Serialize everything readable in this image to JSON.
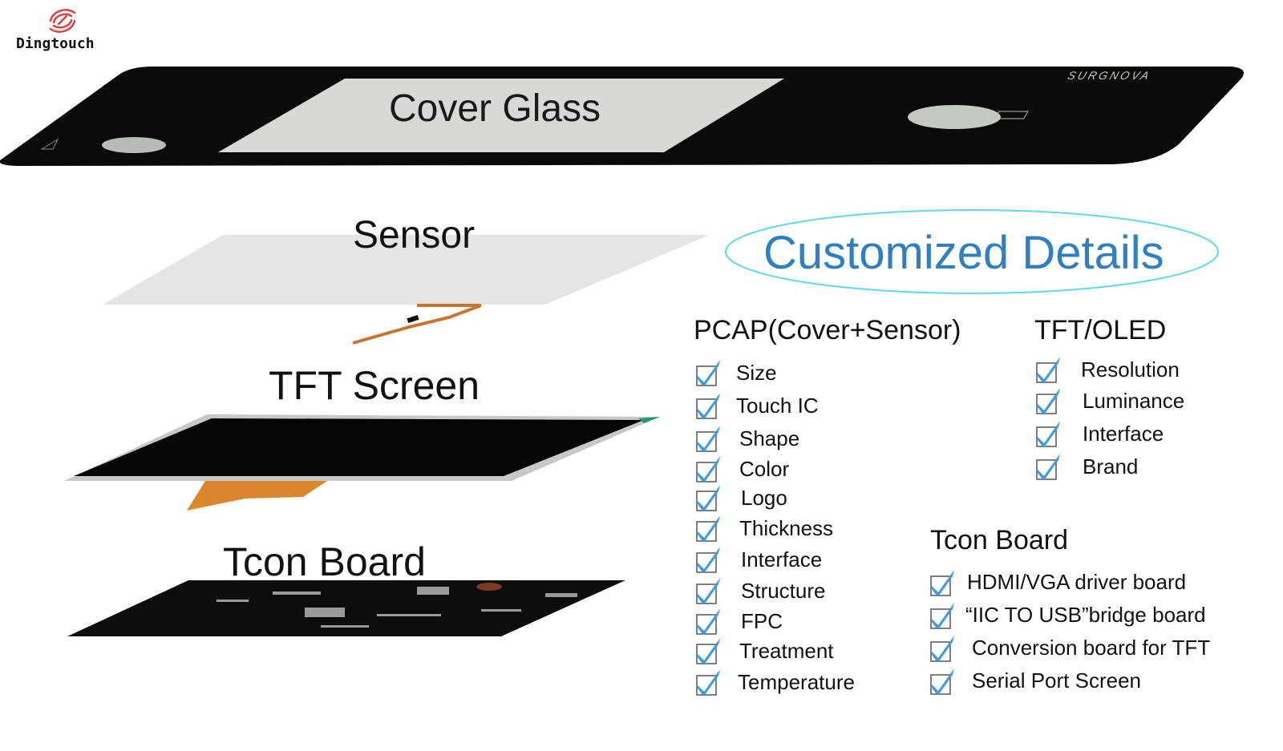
{
  "brand": {
    "logo_text": "Dingtouch",
    "logo_color": "#e03a3a"
  },
  "layers": {
    "cover_glass": {
      "label": "Cover Glass",
      "brand_mark": "SURGNOVA"
    },
    "sensor": {
      "label": "Sensor"
    },
    "tft_screen": {
      "label": "TFT Screen"
    },
    "tcon_board": {
      "label": "Tcon Board"
    }
  },
  "details": {
    "title": "Customized Details",
    "title_color": "#2f7fc1",
    "ellipse_color": "#5fd8e8",
    "check_color": "#3f9be0",
    "pcap": {
      "heading": "PCAP(Cover+Sensor)",
      "items": [
        "Size",
        "Touch IC",
        "Shape",
        "Color",
        "Logo",
        "Thickness",
        "Interface",
        "Structure",
        "FPC",
        "Treatment",
        "Temperature"
      ]
    },
    "tft_oled": {
      "heading": "TFT/OLED",
      "items": [
        "Resolution",
        "Luminance",
        "Interface",
        "Brand"
      ]
    },
    "tcon_board": {
      "heading": "Tcon Board",
      "items": [
        "HDMI/VGA driver board",
        "“IIC TO USB”bridge board",
        "Conversion board for TFT",
        "Serial Port Screen"
      ]
    }
  }
}
